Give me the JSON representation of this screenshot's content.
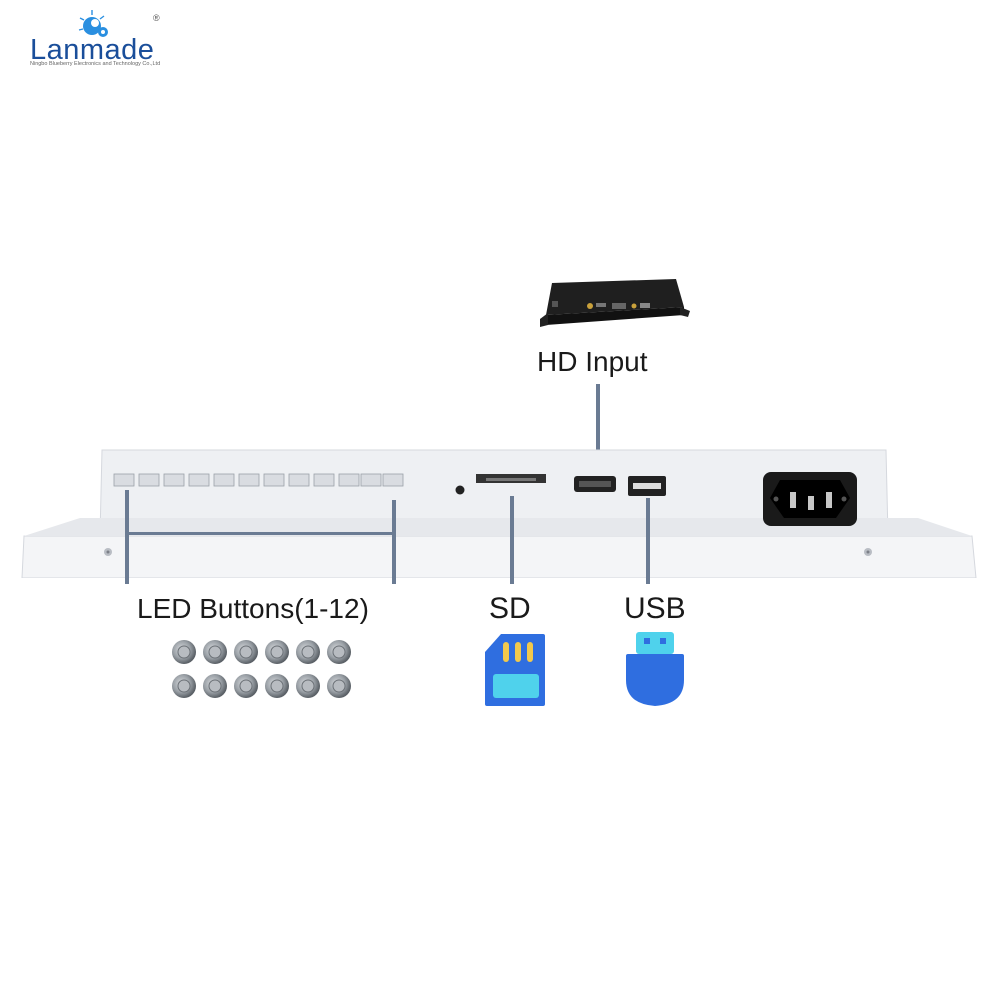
{
  "brand": {
    "name": "Lanmade",
    "subtitle": "Ningbo Blueberry Electronics and Technology Co.,Ltd",
    "registered": "®"
  },
  "callouts": {
    "hd_input": "HD Input",
    "led_buttons": "LED Buttons(1-12)",
    "sd": "SD",
    "usb": "USB"
  },
  "colors": {
    "brand_blue": "#1a4e9a",
    "icon_blue": "#2f6ee0",
    "icon_cyan": "#4fd2ec",
    "icon_yellow": "#f2c94c",
    "leader_line": "#6a7b93",
    "panel_white": "#f3f4f6"
  },
  "icons": {
    "logo": "starburst-logo-icon",
    "media_player": "hd-media-player-box",
    "button": "metal-push-button-icon",
    "sd": "sd-card-icon",
    "usb": "usb-stick-icon"
  },
  "buttons": {
    "rows": 2,
    "per_row": 6
  }
}
